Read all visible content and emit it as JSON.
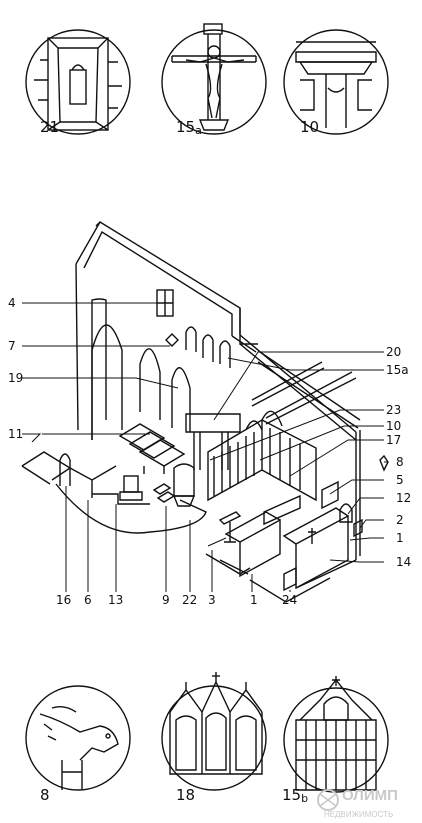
{
  "insets_top": [
    {
      "label": "21"
    },
    {
      "label": "15",
      "sub": "a"
    },
    {
      "label": "10"
    }
  ],
  "insets_bottom": [
    {
      "label": "8"
    },
    {
      "label": "18"
    },
    {
      "label": "15",
      "sub": "b"
    }
  ],
  "left_callouts": [
    "4",
    "7",
    "19",
    "11"
  ],
  "right_callouts": [
    "20",
    "15a",
    "23",
    "10",
    "17",
    "8",
    "5",
    "12",
    "2",
    "1",
    "14"
  ],
  "bottom_callouts": [
    "16",
    "6",
    "13",
    "9",
    "22",
    "3",
    "1",
    "24"
  ],
  "watermark": {
    "brand": "ОЛИМП",
    "subtitle": "НЕДВИЖИМОСТЬ"
  },
  "colors": {
    "ink": "#111111",
    "paper": "#ffffff",
    "watermark": "#c9c9c9"
  }
}
